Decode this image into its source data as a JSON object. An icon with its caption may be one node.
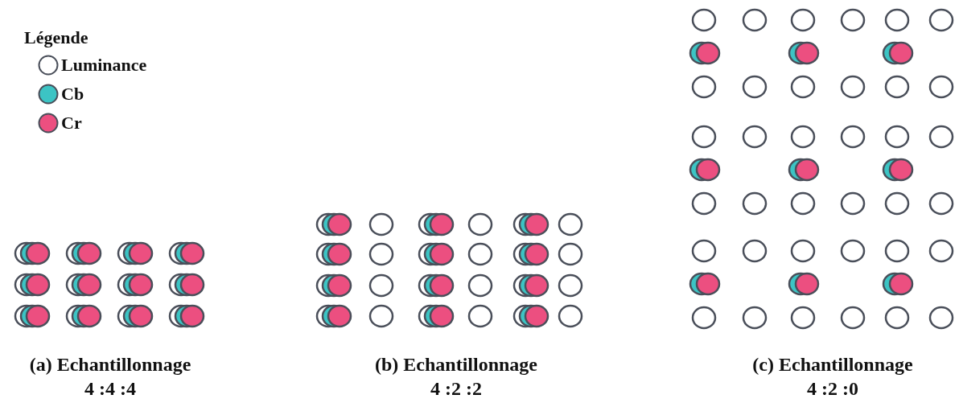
{
  "diagram": {
    "labels": [
      "Légende",
      "(a) Echantillonnage 4 :4 :4",
      "(b) Echantillonnage 4 :2 :2",
      "(c) Echantillonnage 4 :2 :0"
    ],
    "legend": [
      {
        "text": "Luminance"
      },
      {
        "text": "Cb",
        "color": "#3cc4c4"
      },
      {
        "text": "Cr",
        "color": "#ec4f80"
      }
    ]
  }
}
